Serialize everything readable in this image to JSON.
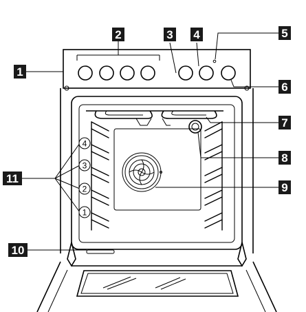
{
  "callouts": [
    {
      "id": "1",
      "label": "1"
    },
    {
      "id": "2",
      "label": "2"
    },
    {
      "id": "3",
      "label": "3"
    },
    {
      "id": "4",
      "label": "4"
    },
    {
      "id": "5",
      "label": "5"
    },
    {
      "id": "6",
      "label": "6"
    },
    {
      "id": "7",
      "label": "7"
    },
    {
      "id": "8",
      "label": "8"
    },
    {
      "id": "9",
      "label": "9"
    },
    {
      "id": "10",
      "label": "10"
    },
    {
      "id": "11",
      "label": "11"
    }
  ],
  "shelf_levels": [
    {
      "label": "4"
    },
    {
      "label": "3"
    },
    {
      "label": "2"
    },
    {
      "label": "1"
    }
  ]
}
